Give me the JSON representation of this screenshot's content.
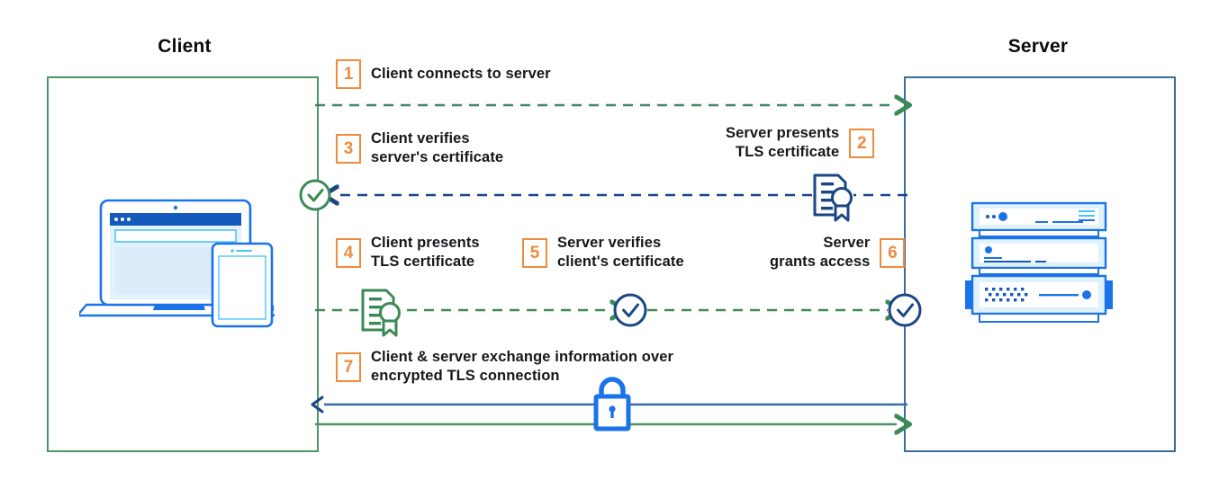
{
  "diagram": {
    "title_client": "Client",
    "title_server": "Server",
    "colors": {
      "green": "#3b8a55",
      "client_frame_green": "#4f9366",
      "navy": "#1b4584",
      "server_frame_blue": "#3b6ba5",
      "orange": "#ef8b3c",
      "bright_blue": "#1a73e8",
      "text": "#15171a"
    },
    "steps": [
      {
        "number": "1",
        "text_line1": "Client connects to server",
        "text_line2": "",
        "align": "left",
        "arrow": "client-to-server-dashed-green"
      },
      {
        "number": "2",
        "text_line1": "Server presents",
        "text_line2": "TLS certificate",
        "align": "right",
        "arrow": "server-to-client-dashed-navy"
      },
      {
        "number": "3",
        "text_line1": "Client verifies",
        "text_line2": "server's certificate",
        "align": "left",
        "arrow": ""
      },
      {
        "number": "4",
        "text_line1": "Client presents",
        "text_line2": "TLS certificate",
        "align": "left",
        "arrow": "client-to-server-dashed-green"
      },
      {
        "number": "5",
        "text_line1": "Server verifies",
        "text_line2": "client's certificate",
        "align": "left",
        "arrow": ""
      },
      {
        "number": "6",
        "text_line1": "Server",
        "text_line2": "grants access",
        "align": "right",
        "arrow": ""
      },
      {
        "number": "7",
        "text_line1": "Client & server exchange information over",
        "text_line2": "encrypted TLS connection",
        "align": "left",
        "arrow": "bidirectional-solid"
      }
    ],
    "icons": [
      {
        "name": "check-circle-icon",
        "color": "green",
        "role": "client-verifies-server-cert"
      },
      {
        "name": "certificate-icon",
        "color": "navy",
        "role": "server-tls-certificate"
      },
      {
        "name": "certificate-icon",
        "color": "green",
        "role": "client-tls-certificate"
      },
      {
        "name": "check-circle-icon",
        "color": "navy",
        "role": "server-verifies-client-cert"
      },
      {
        "name": "check-circle-icon",
        "color": "navy",
        "role": "server-grants-access"
      },
      {
        "name": "lock-icon",
        "color": "bright_blue",
        "role": "encrypted-tls-connection"
      },
      {
        "name": "laptop-and-phone-icon",
        "color": "bright_blue",
        "role": "client-devices"
      },
      {
        "name": "server-rack-icon",
        "color": "bright_blue",
        "role": "server-hardware"
      }
    ]
  }
}
